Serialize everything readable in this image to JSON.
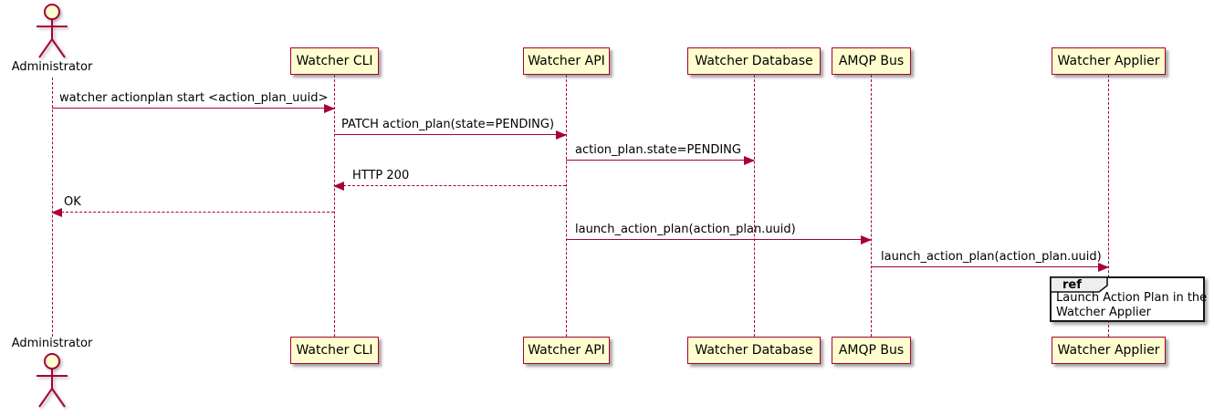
{
  "actor": {
    "name": "Administrator"
  },
  "participants": [
    {
      "name": "Watcher CLI"
    },
    {
      "name": "Watcher API"
    },
    {
      "name": "Watcher Database"
    },
    {
      "name": "AMQP Bus"
    },
    {
      "name": "Watcher Applier"
    }
  ],
  "messages": [
    {
      "label": "watcher actionplan start <action_plan_uuid>",
      "from": "Administrator",
      "to": "Watcher CLI",
      "style": "solid"
    },
    {
      "label": "PATCH action_plan(state=PENDING)",
      "from": "Watcher CLI",
      "to": "Watcher API",
      "style": "solid"
    },
    {
      "label": "action_plan.state=PENDING",
      "from": "Watcher API",
      "to": "Watcher Database",
      "style": "solid"
    },
    {
      "label": "HTTP 200",
      "from": "Watcher API",
      "to": "Watcher CLI",
      "style": "dashed"
    },
    {
      "label": "OK",
      "from": "Watcher CLI",
      "to": "Administrator",
      "style": "dashed"
    },
    {
      "label": "launch_action_plan(action_plan.uuid)",
      "from": "Watcher API",
      "to": "AMQP Bus",
      "style": "solid"
    },
    {
      "label": "launch_action_plan(action_plan.uuid)",
      "from": "AMQP Bus",
      "to": "Watcher Applier",
      "style": "solid"
    }
  ],
  "ref": {
    "keyword": "ref",
    "line1": "Launch Action Plan in the",
    "line2": "Watcher Applier"
  },
  "colors": {
    "stroke": "#A80036",
    "participant_fill": "#FEFECE",
    "ref_tab_fill": "#EEEEEE",
    "ref_border": "#151515",
    "text": "#000000"
  }
}
